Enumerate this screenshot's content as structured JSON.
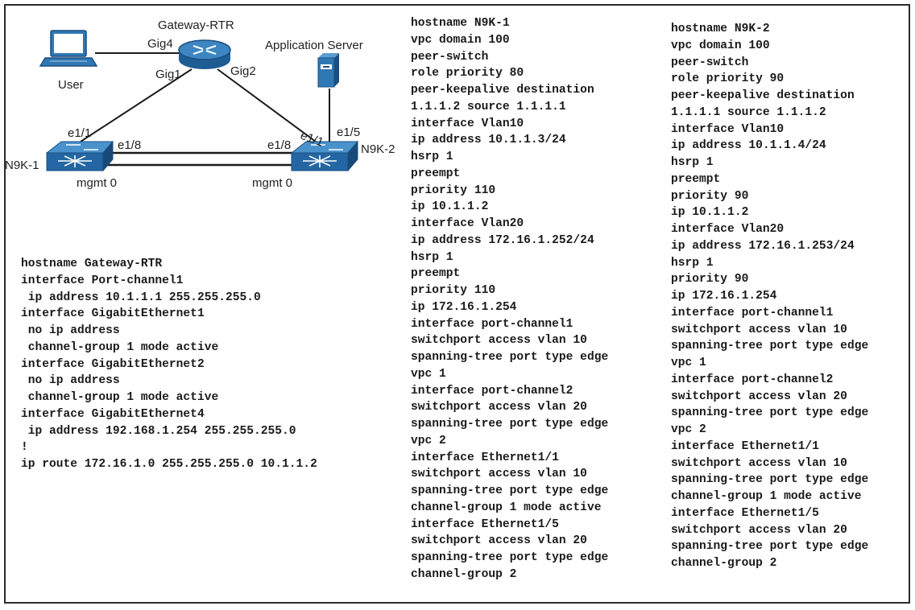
{
  "diagram": {
    "labels": {
      "gateway": "Gateway-RTR",
      "user": "User",
      "app_server": "Application Server",
      "gig4": "Gig4",
      "gig1": "Gig1",
      "gig2": "Gig2",
      "n1": "N9K-1",
      "n2": "N9K-2",
      "n1_e11": "e1/1",
      "n1_e18": "e1/8",
      "n2_e18": "e1/8",
      "n2_e11": "e1/1",
      "n2_e15": "e1/5",
      "n1_mgmt": "mgmt 0",
      "n2_mgmt": "mgmt 0"
    },
    "colors": {
      "device_blue": "#2f78b4",
      "device_dark": "#1a4f80",
      "line": "#1a1a1a"
    }
  },
  "configs": {
    "gateway": [
      "hostname Gateway-RTR",
      "interface Port-channel1",
      " ip address 10.1.1.1 255.255.255.0",
      "interface GigabitEthernet1",
      " no ip address",
      " channel-group 1 mode active",
      "interface GigabitEthernet2",
      " no ip address",
      " channel-group 1 mode active",
      "interface GigabitEthernet4",
      " ip address 192.168.1.254 255.255.255.0",
      "!",
      "ip route 172.16.1.0 255.255.255.0 10.1.1.2"
    ],
    "n9k1": [
      "hostname N9K-1",
      "vpc domain 100",
      "peer-switch",
      "role priority 80",
      "peer-keepalive destination",
      "1.1.1.2 source 1.1.1.1",
      "interface Vlan10",
      "ip address 10.1.1.3/24",
      "hsrp 1",
      "preempt",
      "priority 110",
      "ip 10.1.1.2",
      "interface Vlan20",
      "ip address 172.16.1.252/24",
      "hsrp 1",
      "preempt",
      "priority 110",
      "ip 172.16.1.254",
      "interface port-channel1",
      "switchport access vlan 10",
      "spanning-tree port type edge",
      "vpc 1",
      "interface port-channel2",
      "switchport access vlan 20",
      "spanning-tree port type edge",
      "vpc 2",
      "interface Ethernet1/1",
      "switchport access vlan 10",
      "spanning-tree port type edge",
      "channel-group 1 mode active",
      "interface Ethernet1/5",
      "switchport access vlan 20",
      "spanning-tree port type edge",
      "channel-group 2"
    ],
    "n9k2": [
      "hostname N9K-2",
      "vpc domain 100",
      "peer-switch",
      "role priority 90",
      "peer-keepalive destination",
      "1.1.1.1 source 1.1.1.2",
      "interface Vlan10",
      "ip address 10.1.1.4/24",
      "hsrp 1",
      "preempt",
      "priority 90",
      "ip 10.1.1.2",
      "interface Vlan20",
      "ip address 172.16.1.253/24",
      "hsrp 1",
      "priority 90",
      "ip 172.16.1.254",
      "interface port-channel1",
      "switchport access vlan 10",
      "spanning-tree port type edge",
      "vpc 1",
      "interface port-channel2",
      "switchport access vlan 20",
      "spanning-tree port type edge",
      "vpc 2",
      "interface Ethernet1/1",
      "switchport access vlan 10",
      "spanning-tree port type edge",
      "channel-group 1 mode active",
      "interface Ethernet1/5",
      "switchport access vlan 20",
      "spanning-tree port type edge",
      "channel-group 2"
    ]
  }
}
